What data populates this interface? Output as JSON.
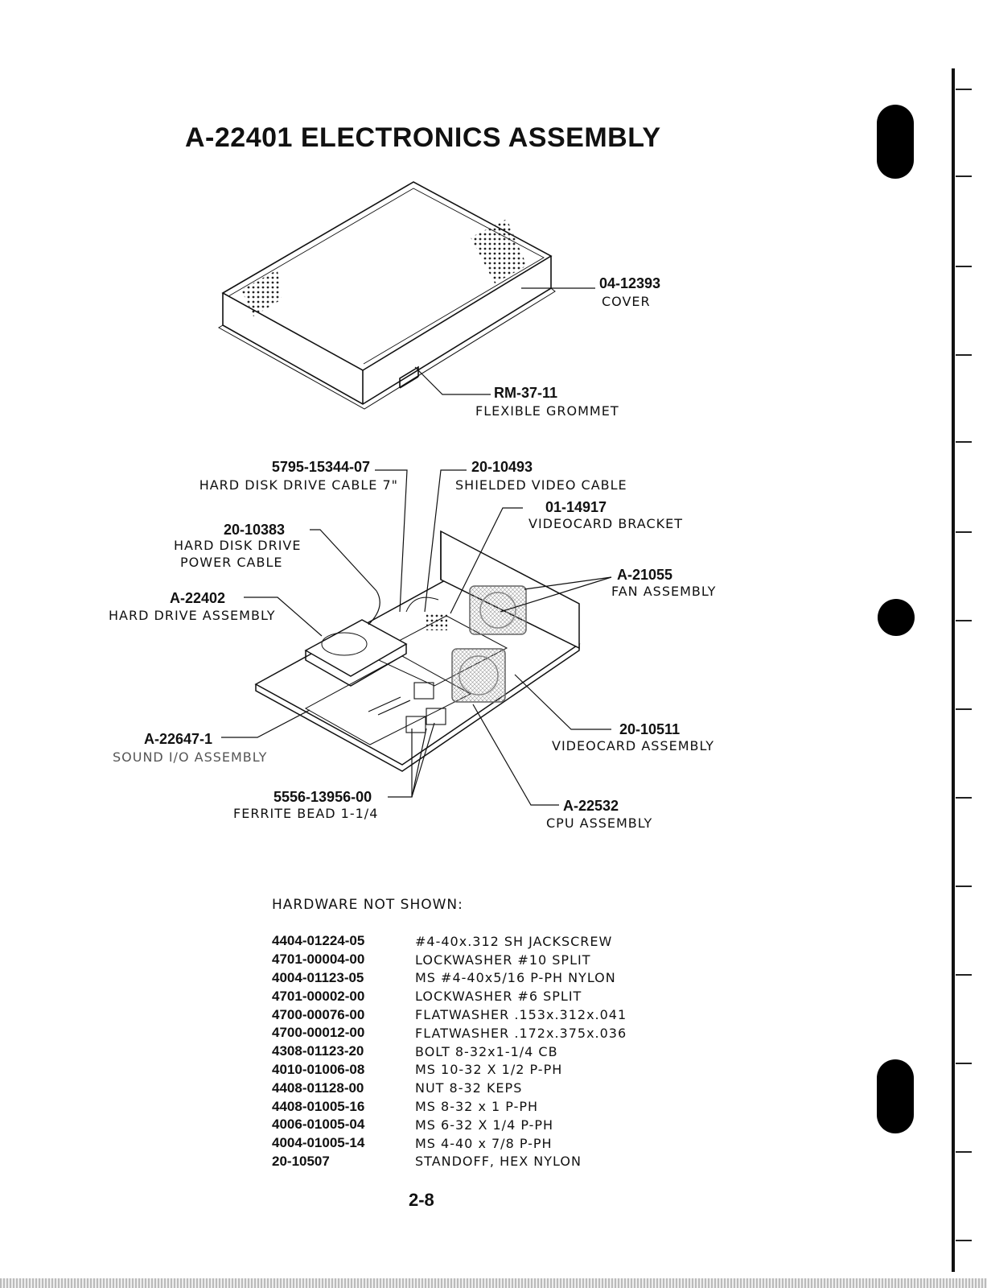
{
  "title": "A-22401  ELECTRONICS ASSEMBLY",
  "callouts": {
    "cover": {
      "part": "04-12393",
      "desc": "COVER"
    },
    "grommet": {
      "part": "RM-37-11",
      "desc": "FLEXIBLE GROMMET"
    },
    "hdd_cable": {
      "part": "5795-15344-07",
      "desc": "HARD DISK DRIVE CABLE 7\""
    },
    "video_cable": {
      "part": "20-10493",
      "desc": "SHIELDED VIDEO CABLE"
    },
    "bracket": {
      "part": "01-14917",
      "desc": "VIDEOCARD BRACKET"
    },
    "power_cable": {
      "part": "20-10383",
      "desc1": "HARD DISK DRIVE",
      "desc2": "POWER CABLE"
    },
    "fan": {
      "part": "A-21055",
      "desc": "FAN ASSEMBLY"
    },
    "hard_drive": {
      "part": "A-22402",
      "desc": "HARD DRIVE ASSEMBLY"
    },
    "sound_io": {
      "part": "A-22647-1",
      "desc": "SOUND I/O ASSEMBLY"
    },
    "videocard": {
      "part": "20-10511",
      "desc": "VIDEOCARD ASSEMBLY"
    },
    "ferrite": {
      "part": "5556-13956-00",
      "desc": "FERRITE BEAD 1-1/4"
    },
    "cpu": {
      "part": "A-22532",
      "desc": "CPU ASSEMBLY"
    }
  },
  "hardware": {
    "heading": "HARDWARE NOT SHOWN:",
    "items": [
      {
        "part": "4404-01224-05",
        "desc": "#4-40x.312 SH JACKSCREW"
      },
      {
        "part": "4701-00004-00",
        "desc": "LOCKWASHER #10 SPLIT"
      },
      {
        "part": "4004-01123-05",
        "desc": "MS #4-40x5/16 P-PH NYLON"
      },
      {
        "part": "4701-00002-00",
        "desc": "LOCKWASHER #6 SPLIT"
      },
      {
        "part": "4700-00076-00",
        "desc": "FLATWASHER .153x.312x.041"
      },
      {
        "part": "4700-00012-00",
        "desc": "FLATWASHER .172x.375x.036"
      },
      {
        "part": "4308-01123-20",
        "desc": "BOLT 8-32x1-1/4 CB"
      },
      {
        "part": "4010-01006-08",
        "desc": "MS 10-32 X 1/2 P-PH"
      },
      {
        "part": "4408-01128-00",
        "desc": "NUT 8-32 KEPS"
      },
      {
        "part": "4408-01005-16",
        "desc": "MS 8-32 x 1  P-PH"
      },
      {
        "part": "4006-01005-04",
        "desc": "MS 6-32 X 1/4 P-PH"
      },
      {
        "part": "4004-01005-14",
        "desc": "MS 4-40 x 7/8 P-PH"
      },
      {
        "part": "20-10507",
        "desc": "STANDOFF, HEX NYLON"
      }
    ]
  },
  "page_number": "2-8"
}
